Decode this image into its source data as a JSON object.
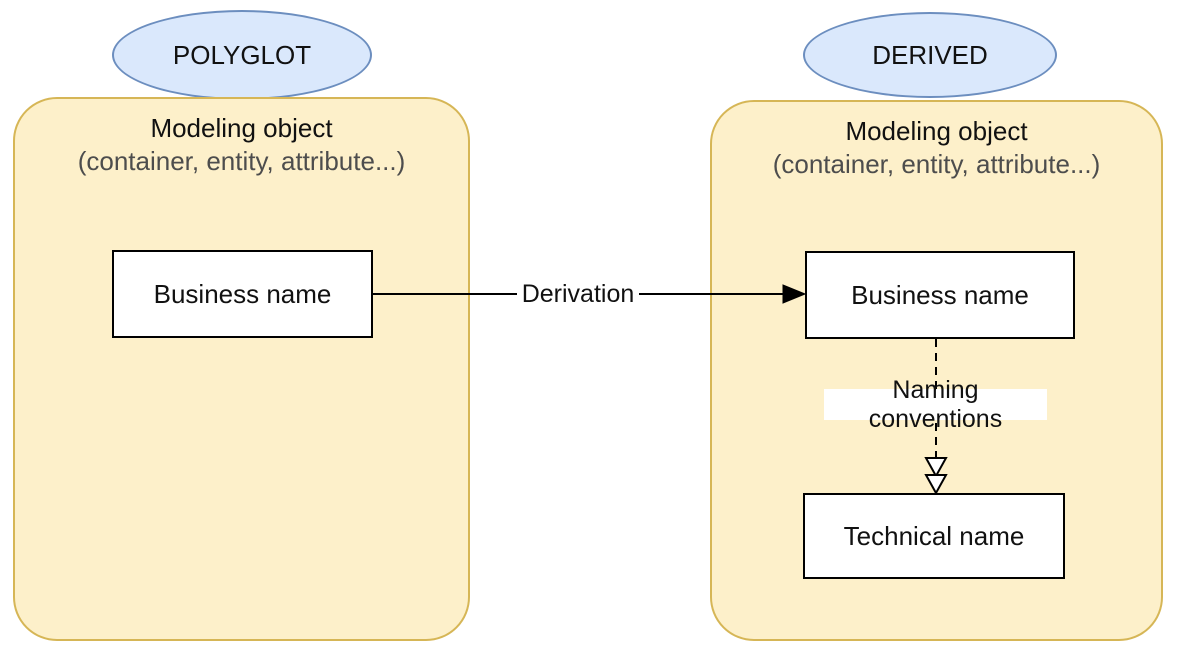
{
  "left_group": {
    "badge": "POLYGLOT",
    "title": "Modeling object",
    "subtitle": "(container, entity, attribute...)",
    "business_box": "Business name"
  },
  "right_group": {
    "badge": "DERIVED",
    "title": "Modeling object",
    "subtitle": "(container, entity, attribute...)",
    "business_box": "Business name",
    "technical_box": "Technical name"
  },
  "edges": {
    "derivation_label": "Derivation",
    "naming_label": "Naming conventions"
  },
  "colors": {
    "canvas_bg": "#ffffff",
    "container_fill": "#fdf0ca",
    "container_stroke": "#d6b656",
    "badge_fill": "#dae8fc",
    "badge_stroke": "#6c8ebf",
    "node_fill": "#ffffff",
    "node_stroke": "#000000",
    "arrow_stroke": "#000000",
    "title_text": "#111111",
    "subtitle_text": "#4d4d4d"
  }
}
